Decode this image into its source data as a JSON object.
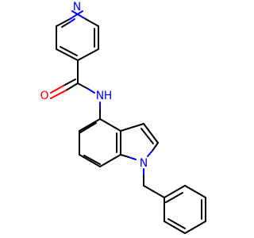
{
  "molecule": {
    "atoms": {
      "pyridine_n": {
        "symbol": "N",
        "color": "#0000ff"
      },
      "carbonyl_o": {
        "symbol": "O",
        "color": "#ff0000"
      },
      "amide_n": {
        "symbol": "N",
        "color": "#0000ff"
      },
      "amide_h": {
        "symbol": "H",
        "color": "#0000ff"
      },
      "indole_n": {
        "symbol": "N",
        "color": "#0000ff"
      }
    },
    "bond_color": "#000000"
  }
}
